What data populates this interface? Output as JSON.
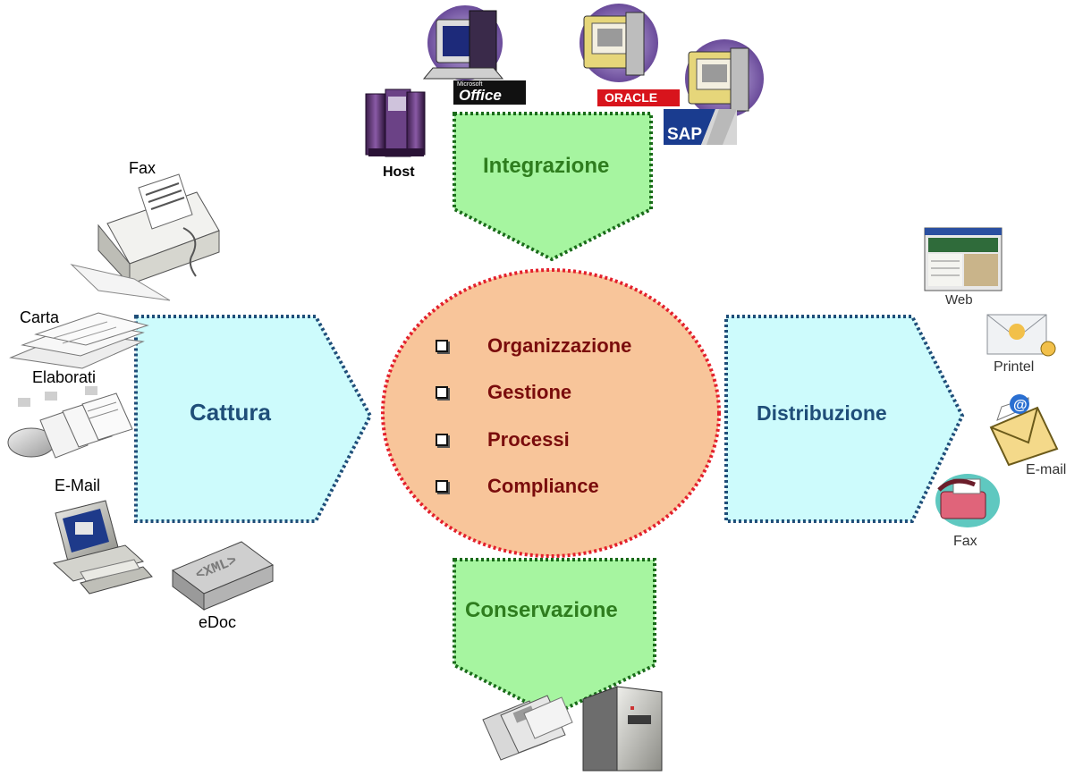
{
  "arrows": {
    "integrazione": "Integrazione",
    "cattura": "Cattura",
    "distribuzione": "Distribuzione",
    "conservazione": "Conservazione"
  },
  "center_items": [
    "Organizzazione",
    "Gestione",
    "Processi",
    "Compliance"
  ],
  "sources": {
    "fax": "Fax",
    "carta": "Carta",
    "elaborati": "Elaborati",
    "email": "E-Mail",
    "edoc": "eDoc"
  },
  "targets": {
    "web": "Web",
    "printel": "Printel",
    "email": "E-mail",
    "fax": "Fax"
  },
  "systems": {
    "host": "Host",
    "office_small": "Microsoft",
    "office": "Office",
    "oracle": "ORACLE",
    "sap": "SAP",
    "xml": "<XML>"
  },
  "colors": {
    "arrow_green": "#a6f5a0",
    "arrow_cyan": "#cdfbfc",
    "circle_fill": "#f8c59a",
    "circle_border": "#e3202c",
    "dots_blue": "#1f4e79",
    "dots_green": "#1a6b1a",
    "center_text": "#7a0c0c",
    "cattura_text": "#1f4e79",
    "green_text": "#2e7d1e"
  }
}
